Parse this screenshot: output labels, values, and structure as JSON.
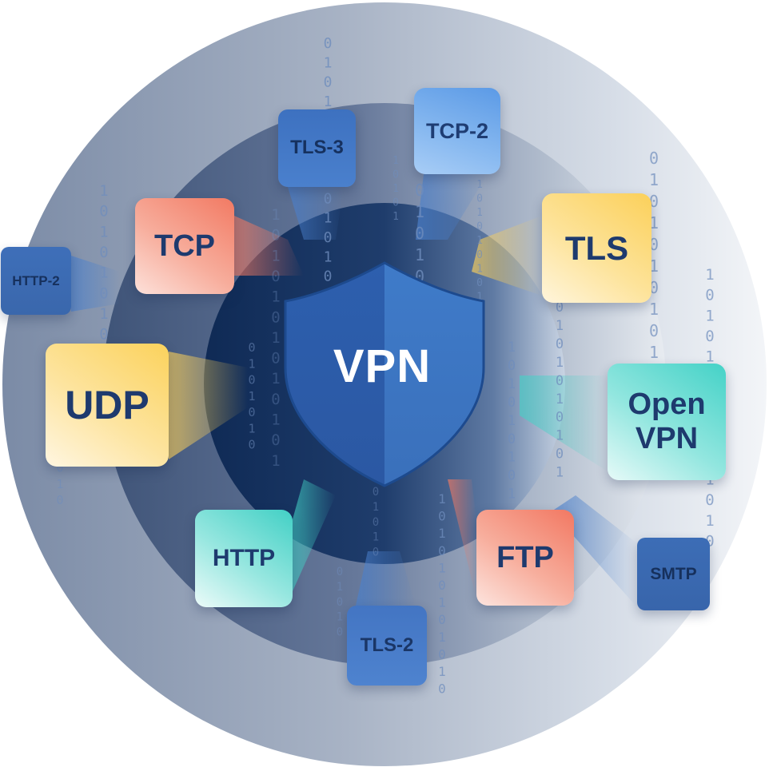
{
  "center": {
    "label": "VPN",
    "icon": "shield-icon"
  },
  "protocols": [
    {
      "id": "tcp-2",
      "label": "TCP-2"
    },
    {
      "id": "tls-3",
      "label": "TLS-3"
    },
    {
      "id": "tcp",
      "label": "TCP"
    },
    {
      "id": "tls",
      "label": "TLS"
    },
    {
      "id": "http-2",
      "label": "HTTP-2"
    },
    {
      "id": "udp",
      "label": "UDP"
    },
    {
      "id": "openvpn",
      "label": "Open\nVPN"
    },
    {
      "id": "http",
      "label": "HTTP"
    },
    {
      "id": "ftp",
      "label": "FTP"
    },
    {
      "id": "smtp",
      "label": "SMTP"
    },
    {
      "id": "tls-2",
      "label": "TLS-2"
    }
  ],
  "colors": {
    "outer_ring": "#8f9fb8",
    "middle_ring": "#5b6f8f",
    "inner_ring": "#1f3a66",
    "shield_left": "#2f63b3",
    "shield_right": "#3d78c6",
    "binary_text": "#6f8dbd"
  }
}
